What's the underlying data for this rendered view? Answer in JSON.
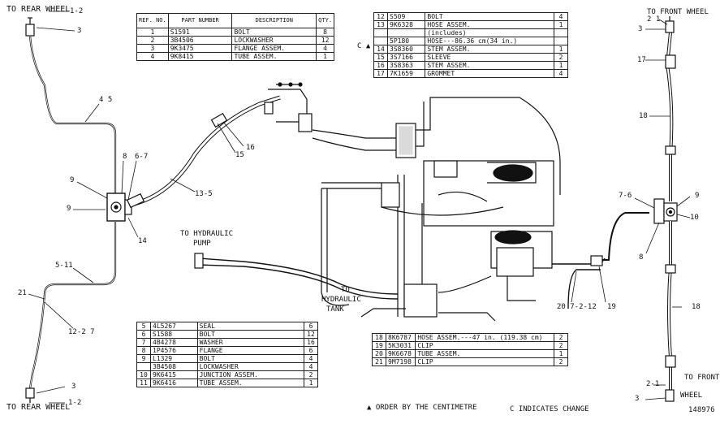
{
  "labels": {
    "to_rear_wheel_top": "TO REAR WHEEL",
    "to_rear_wheel_bottom": "TO REAR WHEEL",
    "to_front_wheel_top": "TO FRONT WHEEL",
    "to_front_wheel_bottom_1": "TO FRONT",
    "to_front_wheel_bottom_2": "WHEEL",
    "to_hydraulic_pump_1": "TO HYDRAULIC",
    "to_hydraulic_pump_2": "PUMP",
    "to_hydraulic_tank_1": "TO",
    "to_hydraulic_tank_2": "HYDRAULIC",
    "to_hydraulic_tank_3": "TANK",
    "order_note": "▲ ORDER BY THE CENTIMETRE",
    "change_note": "C INDICATES CHANGE",
    "figure_number": "148976",
    "c_mark": "C ▲"
  },
  "callouts": {
    "c_1_2_top": "1-2",
    "c_3_top_left": "3",
    "c_4_5": "4 5",
    "c_8": "8",
    "c_6_7": "6-7",
    "c_9_a": "9",
    "c_9_b": "9",
    "c_14": "14",
    "c_5_11": "5-11",
    "c_21": "21",
    "c_12_2_7": "12-2 7",
    "c_3_bottom_left": "3",
    "c_1_2_bottom": "1-2",
    "c_15": "15",
    "c_16": "16",
    "c_13_5": "13-5",
    "c_2_1_top": "2 1",
    "c_3_top_right": "3",
    "c_17": "17",
    "c_18_a": "18",
    "c_7_6": "7-6",
    "c_9_right": "9",
    "c_10": "10",
    "c_8_right": "8",
    "c_20_7_2_12": "20 7-2-12",
    "c_19": "19",
    "c_18_b": "18",
    "c_2_1_bottom": "2-1",
    "c_3_bottom_right": "3"
  },
  "table_a": {
    "headers": {
      "ref": "REF. NO.",
      "part": "PART NUMBER",
      "desc": "DESCRIPTION",
      "qty": "QTY."
    },
    "rows": [
      {
        "ref": "1",
        "part": "S1591",
        "desc": "BOLT",
        "qty": "8"
      },
      {
        "ref": "2",
        "part": "3B4506",
        "desc": "LOCKWASHER",
        "qty": "12"
      },
      {
        "ref": "3",
        "part": "9K3475",
        "desc": "FLANGE ASSEM.",
        "qty": "4"
      },
      {
        "ref": "4",
        "part": "9K8415",
        "desc": "TUBE ASSEM.",
        "qty": "1"
      }
    ]
  },
  "table_b": {
    "rows": [
      {
        "ref": "12",
        "part": "S509",
        "desc": "BOLT",
        "qty": "4"
      },
      {
        "ref": "13",
        "part": "9K6328",
        "desc": "HOSE ASSEM.",
        "qty": "1"
      },
      {
        "ref": "",
        "part": "",
        "desc": "(includes)",
        "qty": ""
      },
      {
        "ref": "",
        "part": "5P180",
        "desc": "HOSE---86.36 cm(34 in.)",
        "qty": ""
      },
      {
        "ref": "14",
        "part": "3S8360",
        "desc": "STEM ASSEM.",
        "qty": "1"
      },
      {
        "ref": "15",
        "part": "3S7166",
        "desc": "SLEEVE",
        "qty": "2"
      },
      {
        "ref": "16",
        "part": "3S8363",
        "desc": "STEM ASSEM.",
        "qty": "1"
      },
      {
        "ref": "17",
        "part": "7K1659",
        "desc": "GROMMET",
        "qty": "4"
      }
    ]
  },
  "table_c": {
    "rows": [
      {
        "ref": "5",
        "part": "4L5267",
        "desc": "SEAL",
        "qty": "6"
      },
      {
        "ref": "6",
        "part": "S1588",
        "desc": "BOLT",
        "qty": "12"
      },
      {
        "ref": "7",
        "part": "4B4278",
        "desc": "WASHER",
        "qty": "16"
      },
      {
        "ref": "8",
        "part": "1P4576",
        "desc": "FLANGE",
        "qty": "6"
      },
      {
        "ref": "9",
        "part": "L1329",
        "desc": "BOLT",
        "qty": "4"
      },
      {
        "ref": "",
        "part": "3B4508",
        "desc": "LOCKWASHER",
        "qty": "4"
      },
      {
        "ref": "10",
        "part": "9K6415",
        "desc": "JUNCTION ASSEM.",
        "qty": "2"
      },
      {
        "ref": "11",
        "part": "9K6416",
        "desc": "TUBE ASSEM.",
        "qty": "1"
      }
    ]
  },
  "table_d": {
    "rows": [
      {
        "ref": "18",
        "part": "8K6787",
        "desc": "HOSE ASSEM.---47 in. (119.38 cm)",
        "qty": "2"
      },
      {
        "ref": "19",
        "part": "5K3031",
        "desc": "CLIP",
        "qty": "2"
      },
      {
        "ref": "20",
        "part": "9K6678",
        "desc": "TUBE ASSEM.",
        "qty": "1"
      },
      {
        "ref": "21",
        "part": "9M7198",
        "desc": "CLIP",
        "qty": "2"
      }
    ]
  }
}
